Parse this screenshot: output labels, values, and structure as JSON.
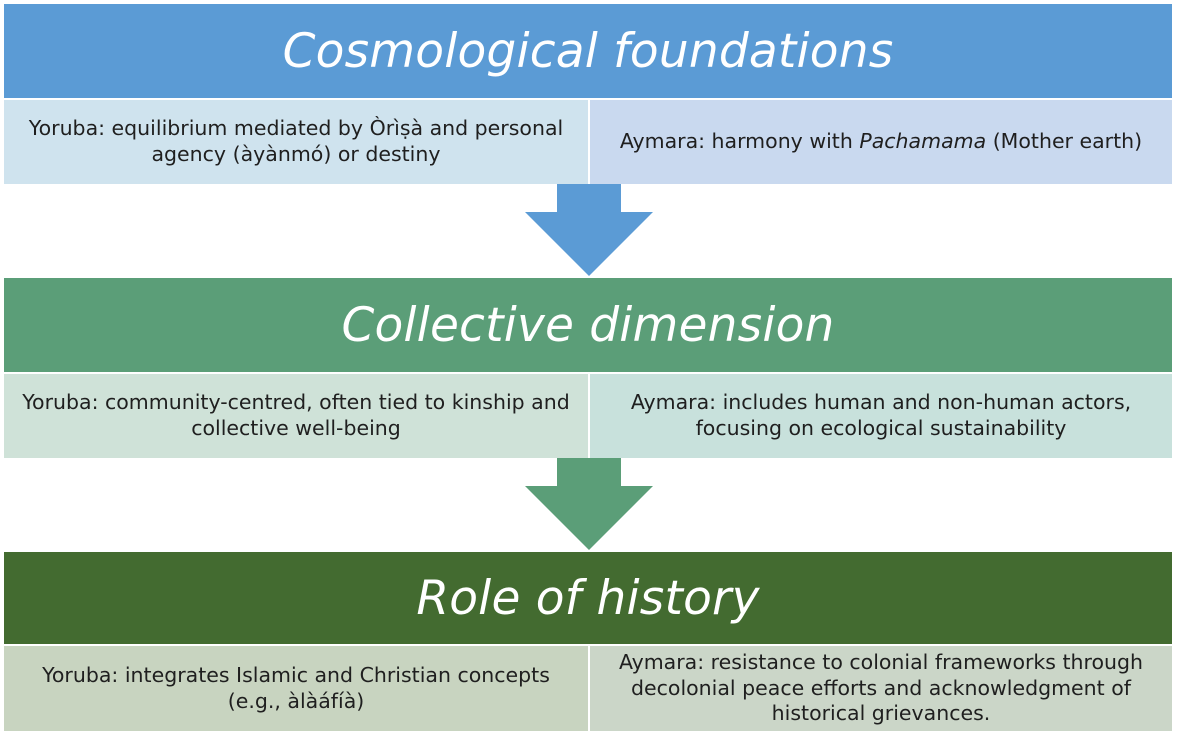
{
  "colors": {
    "section1_header": "#5b9bd5",
    "section1_left": "#cfe3ee",
    "section1_right": "#c9d9ef",
    "section2_header": "#5b9e78",
    "section2_left": "#cfe2d8",
    "section2_right": "#c8e1dc",
    "section3_header": "#436b30",
    "section3_left": "#c8d4c0",
    "section3_right": "#cbd6c8"
  },
  "sections": [
    {
      "title": "Cosmological foundations",
      "left": {
        "text": "Yoruba: equilibrium mediated by Òrìṣà and personal agency (àyànmó) or destiny"
      },
      "right": {
        "before": "Aymara: harmony with ",
        "italic": "Pachamama",
        "after": " (Mother earth)"
      }
    },
    {
      "title": "Collective dimension",
      "left": {
        "text": "Yoruba: community-centred, often tied to kinship and collective well-being"
      },
      "right": {
        "text": "Aymara: includes human and non-human actors, focusing on ecological sustainability"
      }
    },
    {
      "title": "Role of history",
      "left": {
        "text": "Yoruba:  integrates Islamic and Christian concepts (e.g., àlàáfíà)"
      },
      "right": {
        "text": "Aymara: resistance to colonial frameworks through decolonial peace efforts and acknowledgment of historical grievances."
      }
    }
  ],
  "arrows": [
    {
      "from": "Cosmological foundations",
      "to": "Collective dimension",
      "color": "#5b9bd5"
    },
    {
      "from": "Collective dimension",
      "to": "Role of history",
      "color": "#5b9e78"
    }
  ]
}
